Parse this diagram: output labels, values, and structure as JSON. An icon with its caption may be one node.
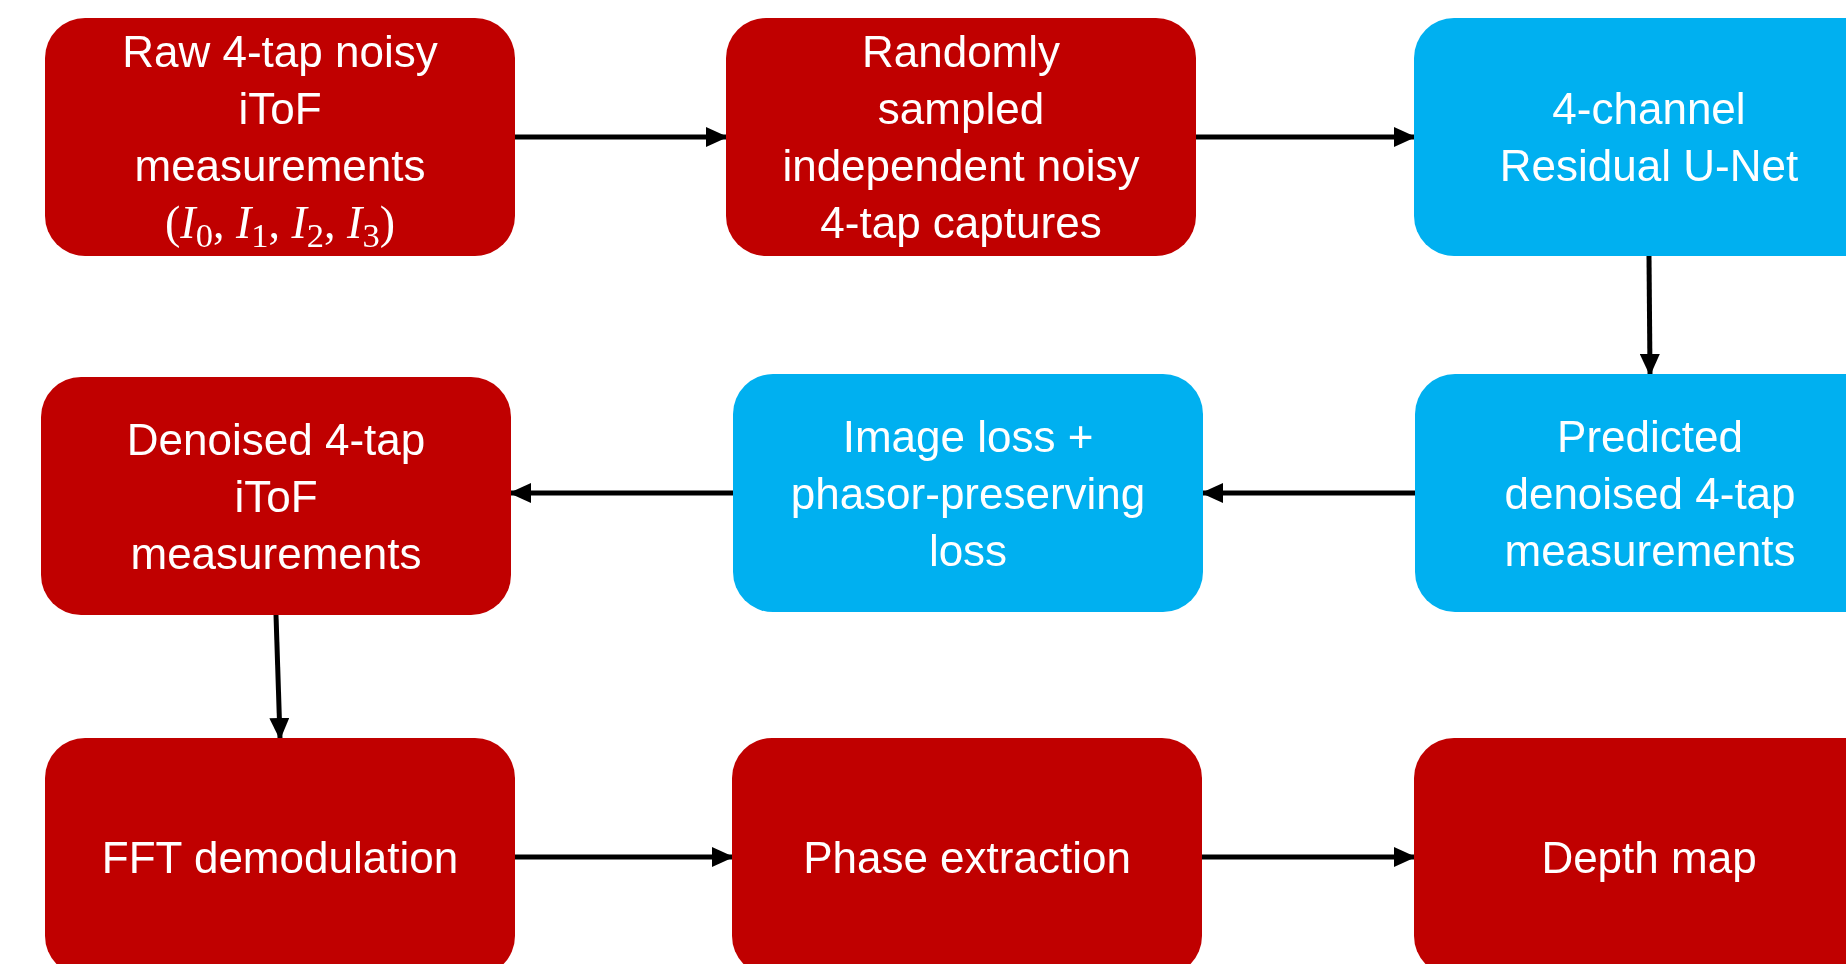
{
  "diagram": {
    "nodes": [
      {
        "text": [
          "Raw 4-tap noisy iToF measurements",
          "(*I*$_{0}$, *I*$_{1}$, *I*$_{2}$, *I*$_{3}$)"
        ]
      },
      {
        "text": [
          "Randomly sampled independent noisy 4-tap captures"
        ]
      },
      {
        "text": [
          "4-channel Residual U-Net"
        ]
      },
      {
        "text": [
          "Denoised 4-tap iToF measurements"
        ]
      },
      {
        "text": [
          "Image loss + phasor-preserving loss"
        ]
      },
      {
        "text": [
          "Predicted denoised 4-tap measurements"
        ]
      },
      {
        "text": [
          "FFT demodulation"
        ]
      },
      {
        "text": [
          "Phase extraction"
        ]
      },
      {
        "text": [
          "Depth map"
        ]
      }
    ],
    "edges": [
      {
        "from": 0,
        "to": 1,
        "arrow": "to"
      },
      {
        "from": 1,
        "to": 2,
        "arrow": "to"
      },
      {
        "from": 2,
        "to": 5,
        "arrow": "to"
      },
      {
        "from": 5,
        "to": 4,
        "arrow": "to"
      },
      {
        "from": 4,
        "to": 3,
        "arrow": "to"
      },
      {
        "from": 3,
        "to": 6,
        "arrow": "to"
      },
      {
        "from": 6,
        "to": 7,
        "arrow": "to"
      },
      {
        "from": 7,
        "to": 8,
        "arrow": "to"
      }
    ]
  }
}
